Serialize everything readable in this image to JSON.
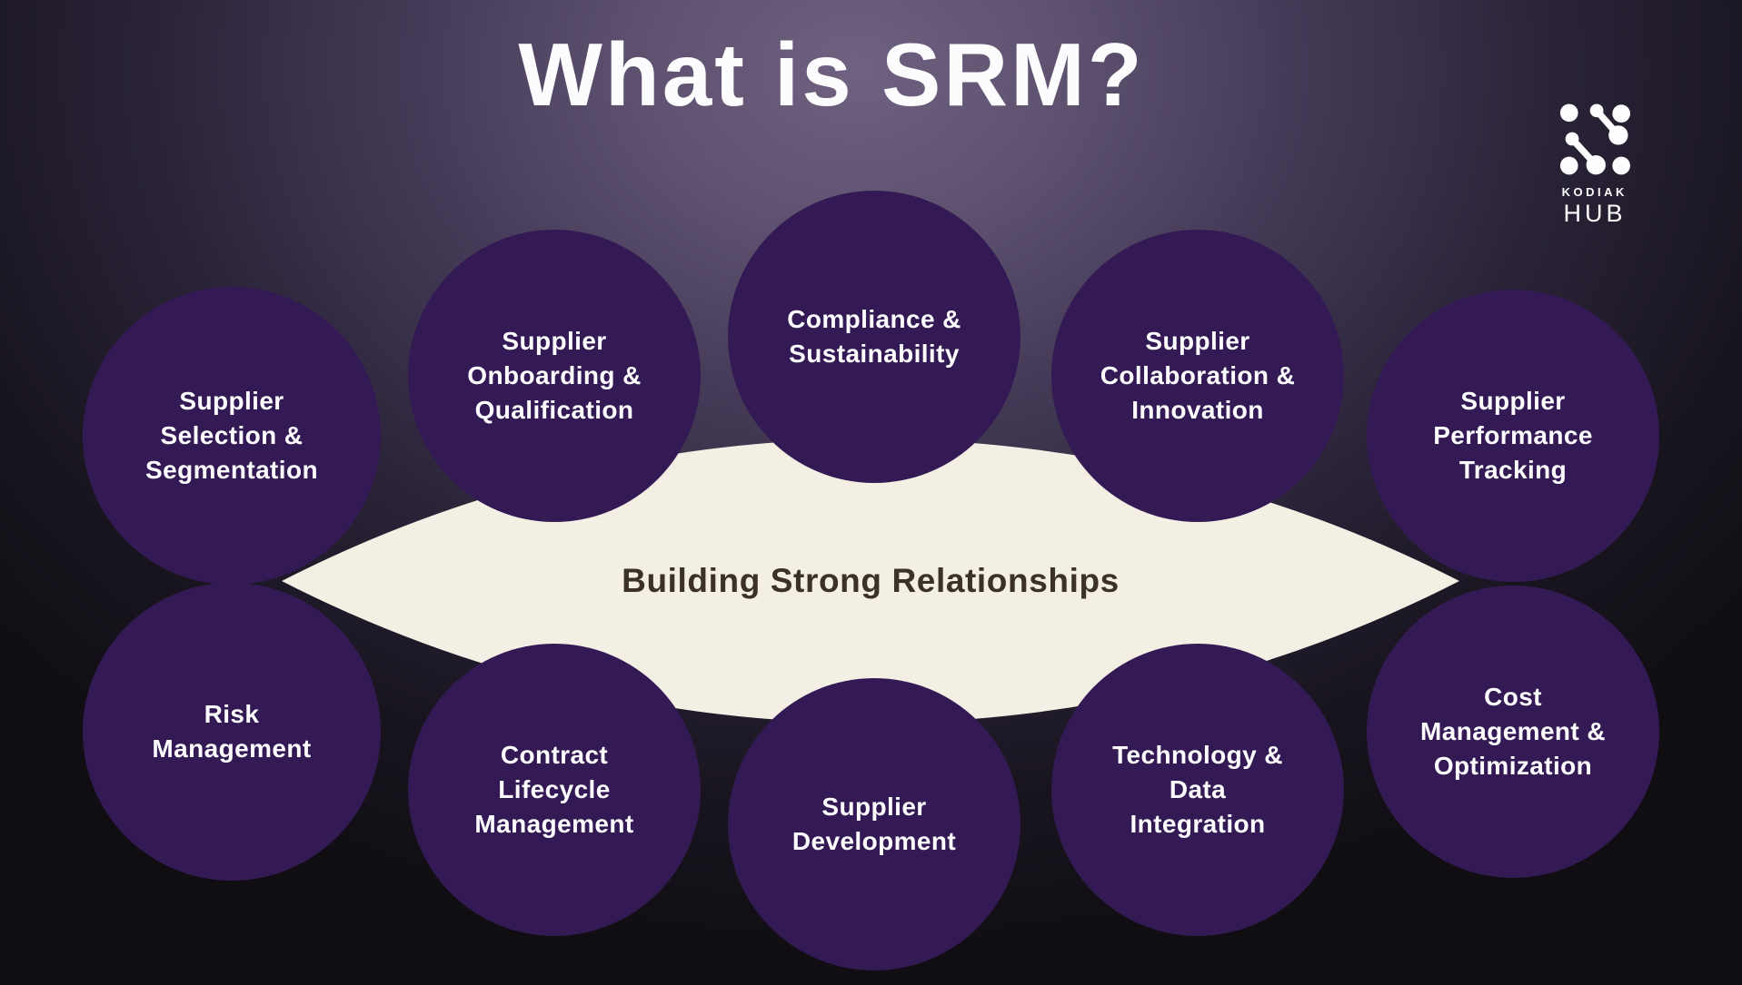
{
  "title": "What is SRM?",
  "logo": {
    "brand_top": "KODIAK",
    "brand_bottom": "HUB",
    "icon": "kodiak-hub-dots-icon"
  },
  "lens": {
    "label": "Building Strong Relationships"
  },
  "colors": {
    "background_light": "#6f6180",
    "background_dark": "#100e13",
    "circle_fill": "#341a54",
    "circle_text": "#fdfcff",
    "lens_fill": "#f4efe4",
    "lens_text": "#3b3126",
    "title_text": "#fcfbfd"
  },
  "circles": [
    {
      "id": "supplier-selection-segmentation",
      "lines": [
        "Supplier",
        "Selection &",
        "Segmentation"
      ]
    },
    {
      "id": "supplier-onboarding-qualification",
      "lines": [
        "Supplier",
        "Onboarding &",
        "Qualification"
      ]
    },
    {
      "id": "compliance-sustainability",
      "lines": [
        "Compliance &",
        "Sustainability"
      ]
    },
    {
      "id": "supplier-collaboration-innovation",
      "lines": [
        "Supplier",
        "Collaboration &",
        "Innovation"
      ]
    },
    {
      "id": "supplier-performance-tracking",
      "lines": [
        "Supplier",
        "Performance",
        "Tracking"
      ]
    },
    {
      "id": "risk-management",
      "lines": [
        "Risk",
        "Management"
      ]
    },
    {
      "id": "contract-lifecycle-management",
      "lines": [
        "Contract",
        "Lifecycle",
        "Management"
      ]
    },
    {
      "id": "supplier-development",
      "lines": [
        "Supplier",
        "Development"
      ]
    },
    {
      "id": "technology-data-integration",
      "lines": [
        "Technology &",
        "Data",
        "Integration"
      ]
    },
    {
      "id": "cost-management-optimization",
      "lines": [
        "Cost",
        "Management &",
        "Optimization"
      ]
    }
  ]
}
